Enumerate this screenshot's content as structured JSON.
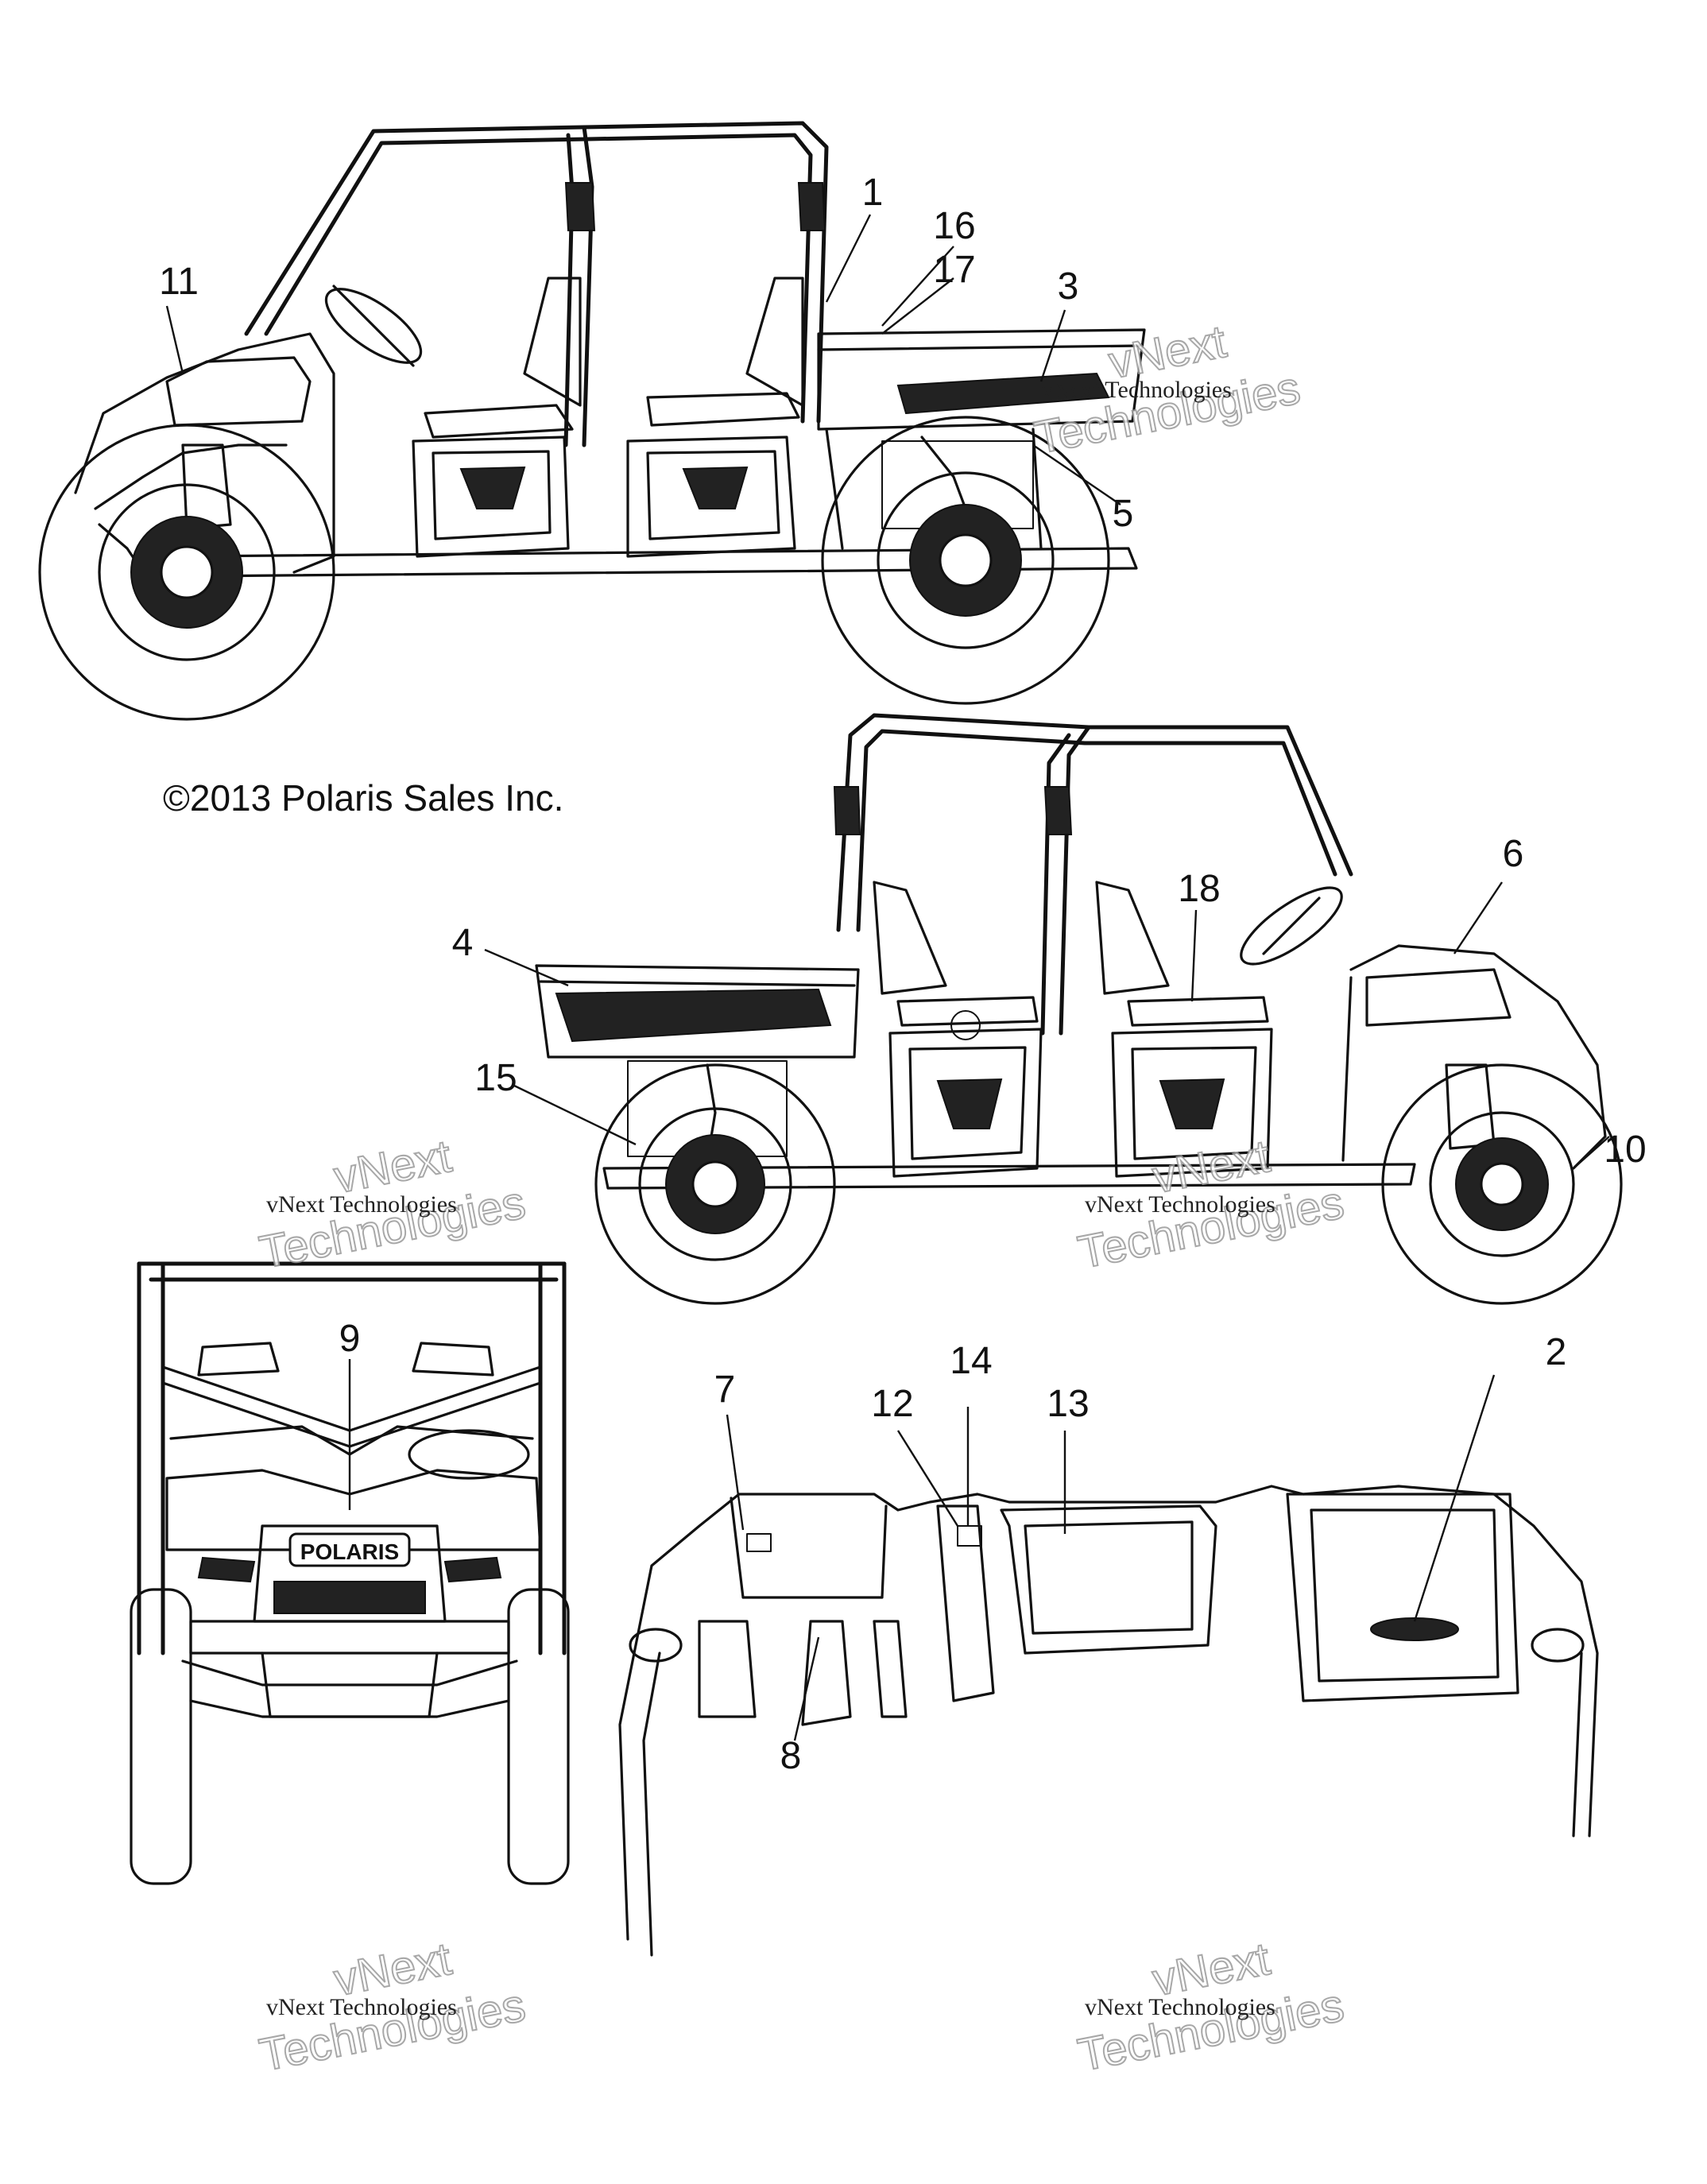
{
  "copyright": "©2013 Polaris Sales Inc.",
  "brand_badge": "POLARIS",
  "watermark": {
    "small": "vNext Technologies",
    "big_top": "vNext",
    "big_bottom": "Technologies"
  },
  "callouts": [
    {
      "id": "1",
      "label": "1"
    },
    {
      "id": "2",
      "label": "2"
    },
    {
      "id": "3",
      "label": "3"
    },
    {
      "id": "4",
      "label": "4"
    },
    {
      "id": "5",
      "label": "5"
    },
    {
      "id": "6",
      "label": "6"
    },
    {
      "id": "7",
      "label": "7"
    },
    {
      "id": "8",
      "label": "8"
    },
    {
      "id": "9",
      "label": "9"
    },
    {
      "id": "10",
      "label": "10"
    },
    {
      "id": "11",
      "label": "11"
    },
    {
      "id": "12",
      "label": "12"
    },
    {
      "id": "13",
      "label": "13"
    },
    {
      "id": "14",
      "label": "14"
    },
    {
      "id": "15",
      "label": "15"
    },
    {
      "id": "16",
      "label": "16"
    },
    {
      "id": "17",
      "label": "17"
    },
    {
      "id": "18",
      "label": "18"
    }
  ]
}
